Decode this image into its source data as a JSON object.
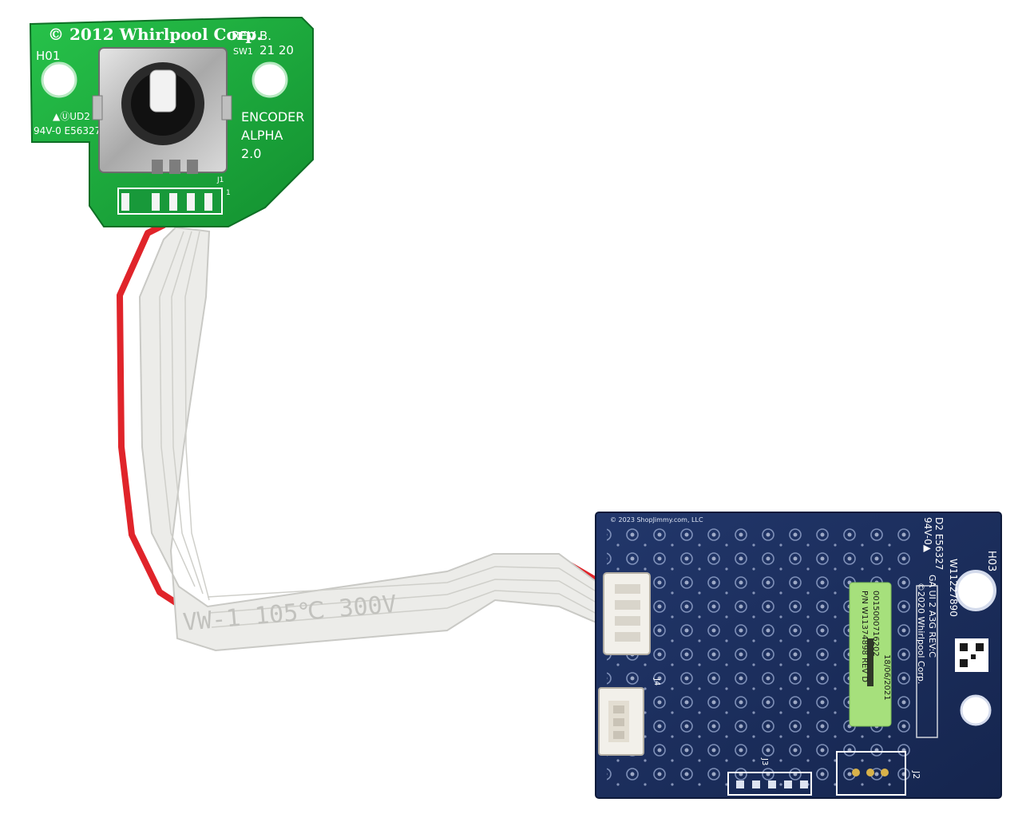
{
  "photo": {
    "colors": {
      "encoder_board": "#1fae3e",
      "encoder_board_dark": "#15872e",
      "interface_board": "#1c2f5e",
      "interface_board_dark": "#13234a",
      "ribbon": "#ececea",
      "ribbon_red": "#e0242a",
      "label_green": "#a6e07c",
      "silkscreen": "#ffffff"
    },
    "encoder_board": {
      "copyright": "© 2012 Whirlpool Corp.",
      "rev": "REV B.",
      "sw_label": "SW1",
      "date_code": "21 20",
      "hole_label": "H01",
      "ul_mark": "▲ⓊUD2",
      "rating": "94V-0 E56327",
      "name_line1": "ENCODER",
      "name_line2": "ALPHA",
      "name_line3": "2.0",
      "connector_label": "J1",
      "pin_one": "1"
    },
    "ribbon_cable": {
      "print": "VW-1 105℃ 300V"
    },
    "interface_board": {
      "watermark": "© 2023 ShopJimmy.com, LLC",
      "hole_label": "H03",
      "side_text_1": "W11227890",
      "side_text_2": "D2  E56327",
      "side_text_3": "94V-0▲",
      "side_text_4": "©2020 Whirlpool Corp.",
      "side_text_5": "GA UI 2 A3G REV:C",
      "label_line1": "P/N W11374898  REV D",
      "label_line2": "001500071620​2",
      "label_line3": "18/06/2021",
      "j2": "J2",
      "j3": "J3",
      "j4": "J4"
    }
  }
}
